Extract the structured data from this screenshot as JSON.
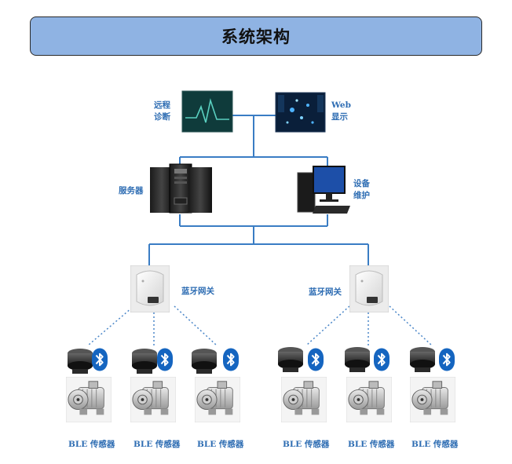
{
  "title": "系统架构",
  "labels": {
    "remote_diagnosis": [
      "远程",
      "诊断"
    ],
    "web_display": [
      "Web",
      "显示"
    ],
    "server": "服务器",
    "maintenance": [
      "设备",
      "维护"
    ],
    "gateway": "蓝牙网关",
    "sensor": "BLE 传感器"
  },
  "colors": {
    "title_bg": "#8fb3e3",
    "line": "#3a7dc4",
    "label": "#2e6db3",
    "bluetooth": "#1565c0"
  },
  "icons": [
    "monitor-ecg-icon",
    "web-dashboard-icon",
    "server-rack-icon",
    "desktop-pc-icon",
    "gateway-icon",
    "sensor-puck-icon",
    "bluetooth-icon",
    "electric-motor-icon"
  ]
}
